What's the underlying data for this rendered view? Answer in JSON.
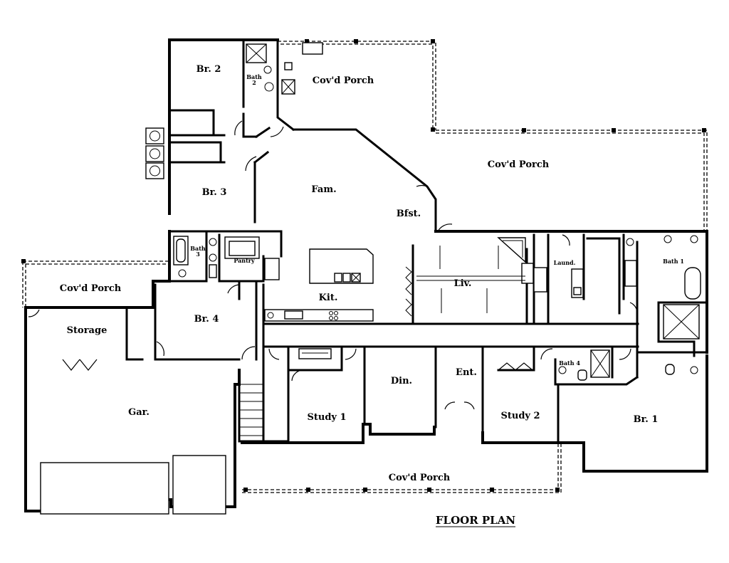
{
  "plan": {
    "title": "FLOOR PLAN",
    "rooms": {
      "br2": "Br. 2",
      "bath2_a": "Bath",
      "bath2_b": "2",
      "porch_top": "Cov'd Porch",
      "porch_right": "Cov'd Porch",
      "br3": "Br. 3",
      "fam": "Fam.",
      "bfst": "Bfst.",
      "bath3_a": "Bath",
      "bath3_b": "3",
      "pantry": "Pantry",
      "liv": "Liv.",
      "laund": "Laund.",
      "bath1": "Bath 1",
      "porch_left": "Cov'd Porch",
      "kit": "Kit.",
      "br4": "Br. 4",
      "storage": "Storage",
      "din": "Din.",
      "ent": "Ent.",
      "bath4": "Bath 4",
      "gar": "Gar.",
      "study1": "Study 1",
      "study2": "Study 2",
      "br1": "Br. 1",
      "porch_bottom": "Cov'd Porch"
    }
  }
}
